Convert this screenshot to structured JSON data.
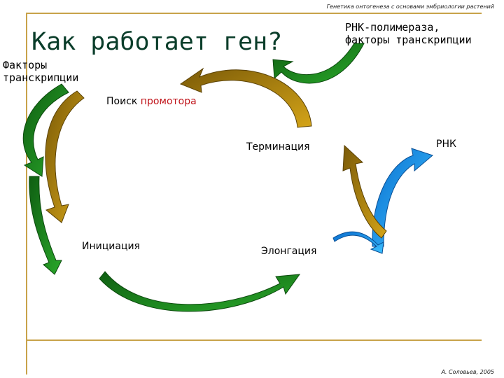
{
  "header": {
    "course": "Генетика онтогенеза с основами эмбриологии растений"
  },
  "title": "Как работает ген?",
  "labels": {
    "factors_left": "Факторы\nтранскрипции",
    "polymerase": "РНК-полимераза,\nфакторы транскрипции",
    "search_prefix": "Поиск ",
    "search_highlight": "промотора",
    "termination": "Терминация",
    "rna": "РНК",
    "initiation": "Инициация",
    "elongation": "Элонгация"
  },
  "footer": {
    "author": "А. Соловьев, 2005"
  },
  "colors": {
    "green": "#1f8a1f",
    "gold": "#b58a10",
    "blue": "#1aa0f0",
    "accent_line": "#c8a34a",
    "highlight_text": "#c0141a"
  }
}
